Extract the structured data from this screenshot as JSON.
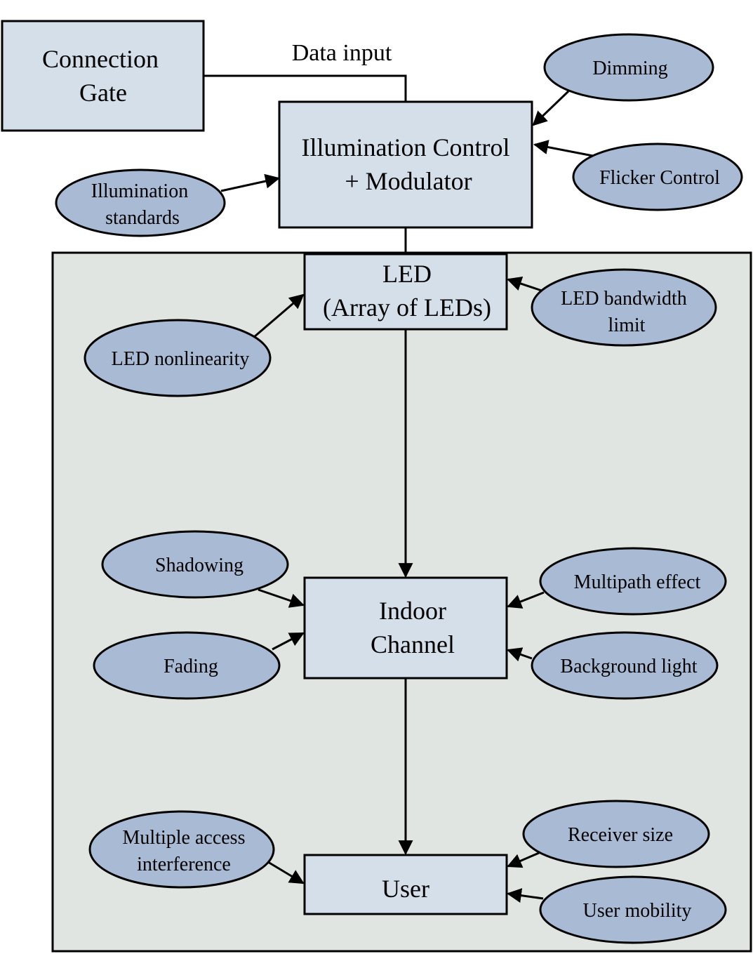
{
  "connection_gate": {
    "line1": "Connection",
    "line2": "Gate"
  },
  "data_input_label": "Data input",
  "illumination_control": {
    "line1": "Illumination Control",
    "line2": "+ Modulator"
  },
  "led": {
    "line1": "LED",
    "line2": "(Array of LEDs)"
  },
  "indoor_channel": {
    "line1": "Indoor",
    "line2": "Channel"
  },
  "user": {
    "label": "User"
  },
  "factors": {
    "dimming": "Dimming",
    "flicker_control": "Flicker Control",
    "illumination_standards": {
      "line1": "Illumination",
      "line2": "standards"
    },
    "led_bandwidth_limit": {
      "line1": "LED bandwidth",
      "line2": "limit"
    },
    "led_nonlinearity": "LED nonlinearity",
    "shadowing": "Shadowing",
    "fading": "Fading",
    "multipath_effect": "Multipath effect",
    "background_light": "Background light",
    "multiple_access_interference": {
      "line1": "Multiple access",
      "line2": "interference"
    },
    "receiver_size": "Receiver size",
    "user_mobility": "User mobility"
  }
}
